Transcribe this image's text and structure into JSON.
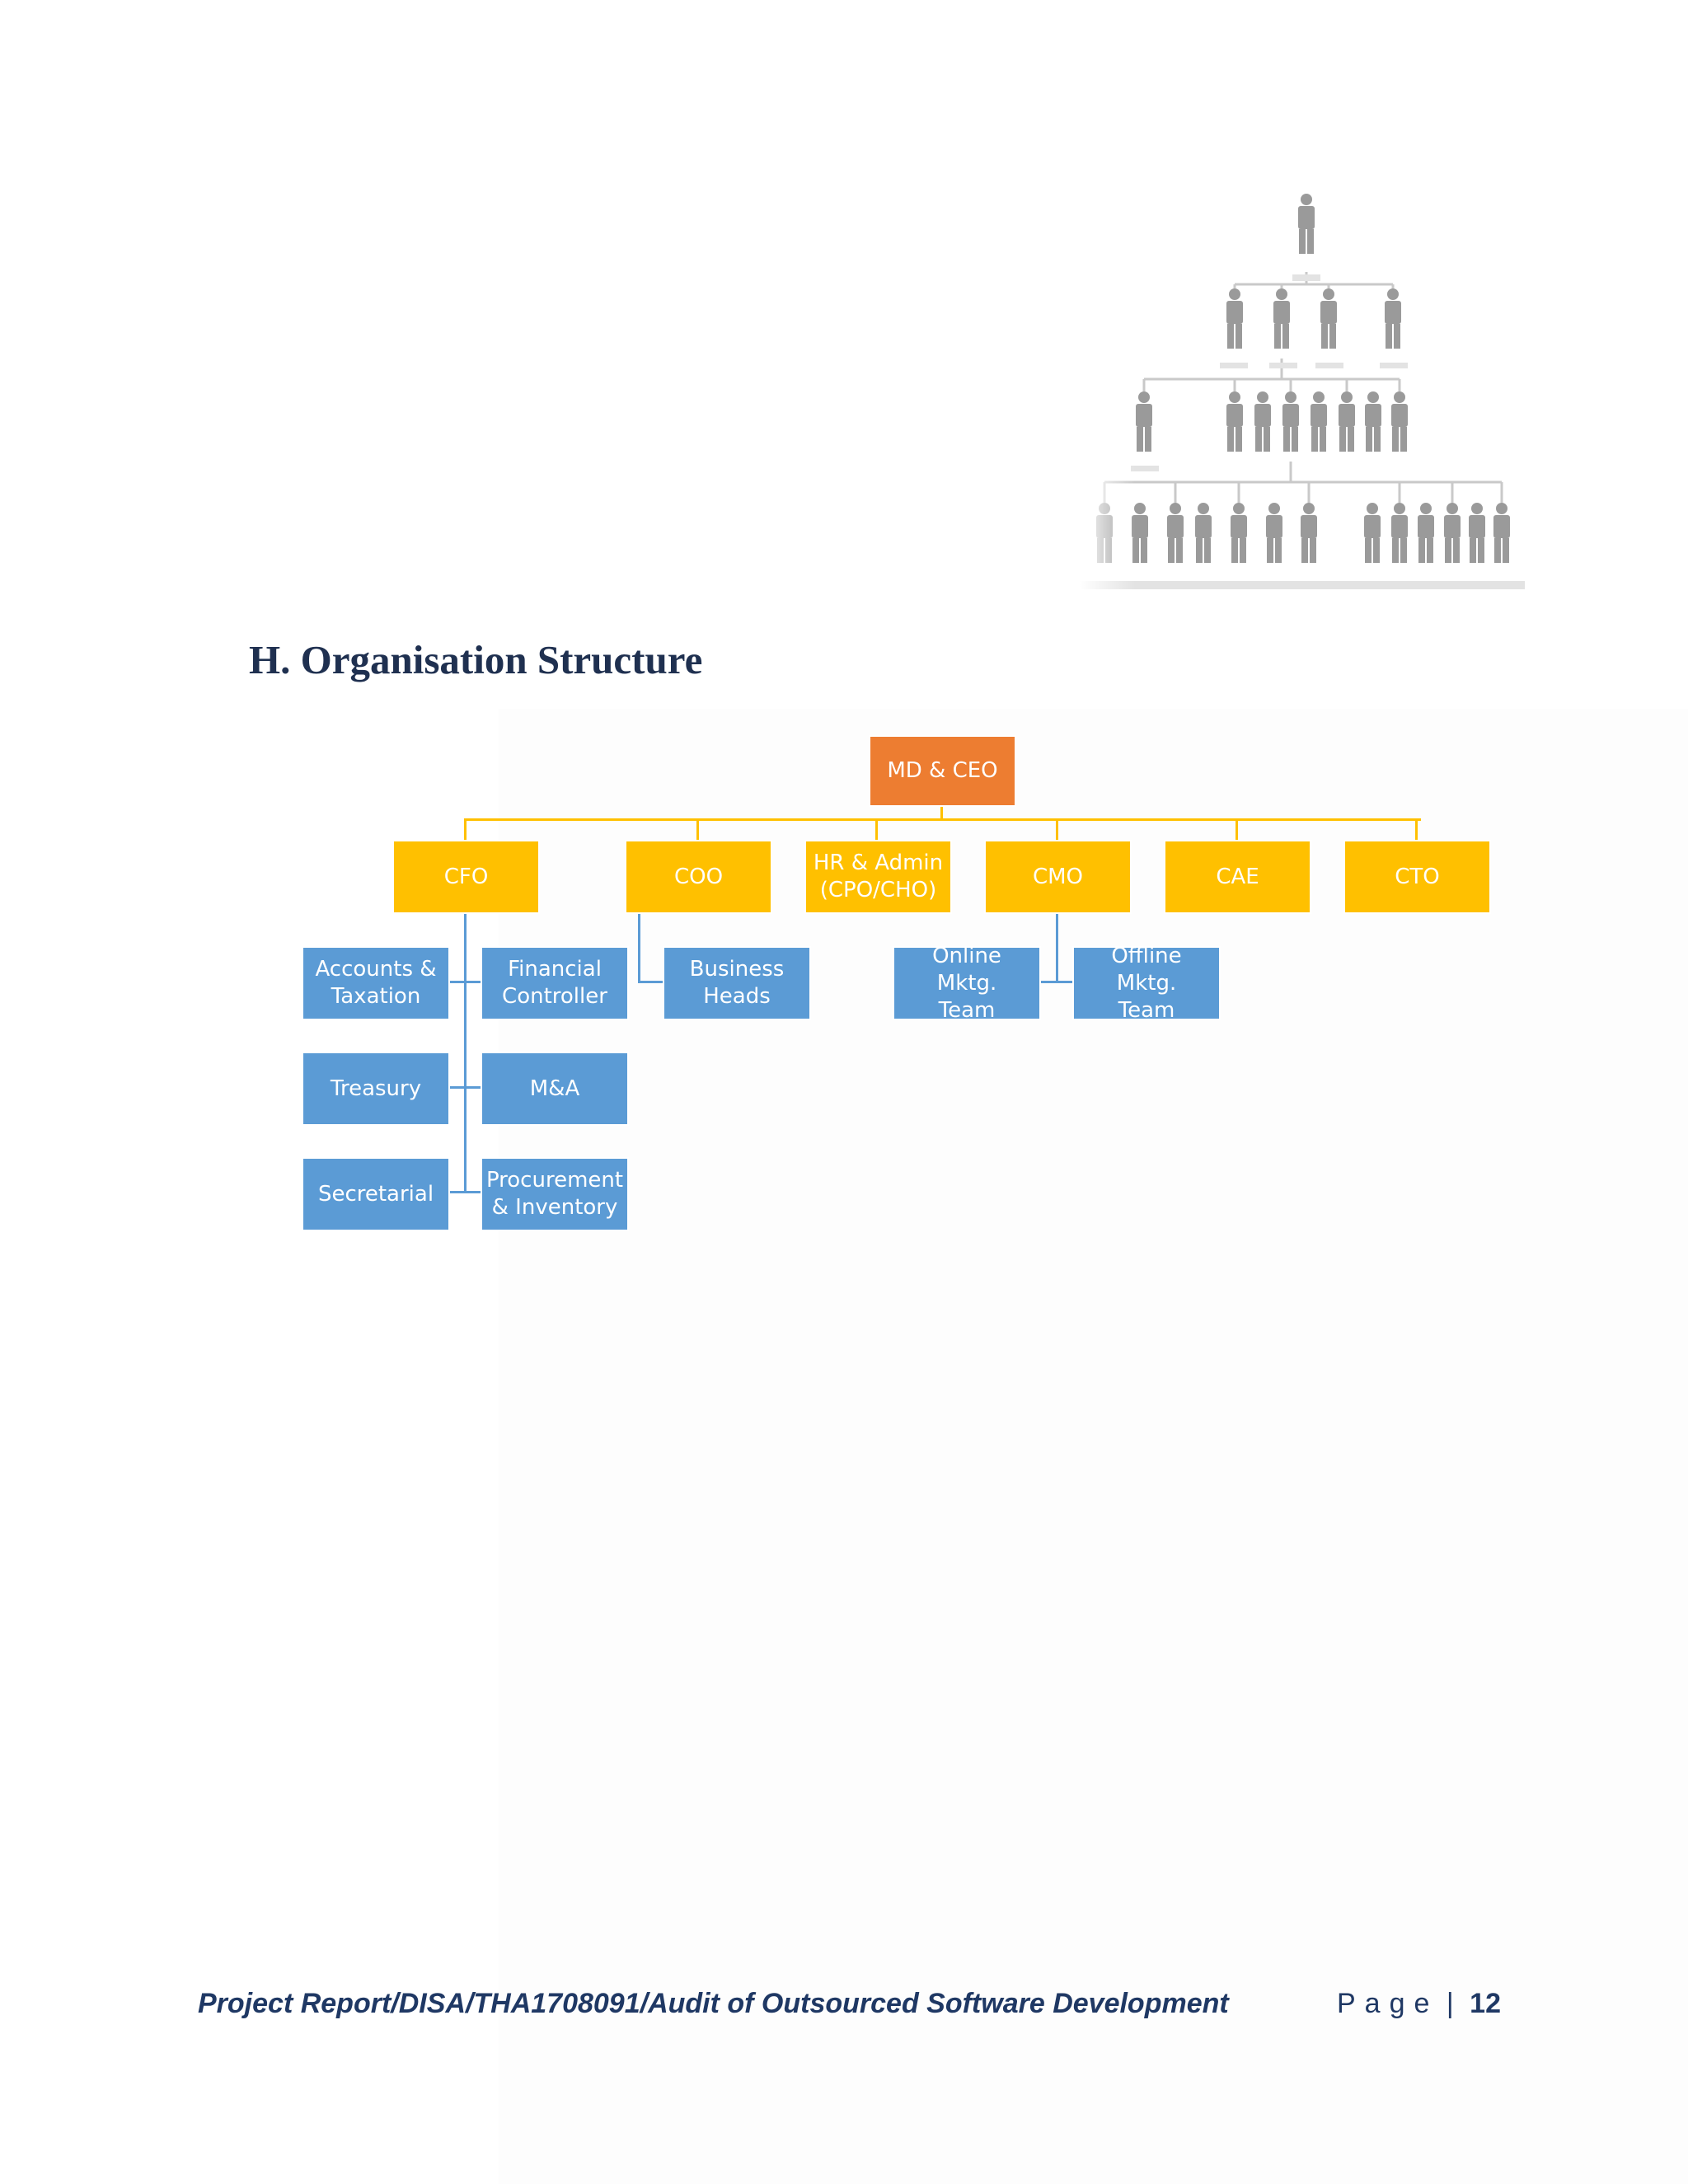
{
  "section": {
    "heading": "H. Organisation Structure"
  },
  "org_chart": {
    "root": "MD & CEO",
    "level1": [
      "CFO",
      "COO",
      "HR & Admin\n(CPO/CHO)",
      "CMO",
      "CAE",
      "CTO"
    ],
    "cfo_reports": [
      "Accounts &\nTaxation",
      "Financial\nController",
      "Treasury",
      "M&A",
      "Secretarial",
      "Procurement\n& Inventory"
    ],
    "coo_reports": [
      "Business\nHeads"
    ],
    "cmo_reports": [
      "Online Mktg.\nTeam",
      "Offline Mktg.\nTeam"
    ],
    "colors": {
      "root": "#ed7d31",
      "level1": "#ffc000",
      "level2": "#5b9bd5"
    }
  },
  "illustration": {
    "icon": "org-hierarchy-people-icon"
  },
  "footer": {
    "report_title": "Project Report/DISA/THA1708091/Audit of Outsourced Software Development",
    "page_label": "Page",
    "separator": "|",
    "page_number": "12"
  }
}
